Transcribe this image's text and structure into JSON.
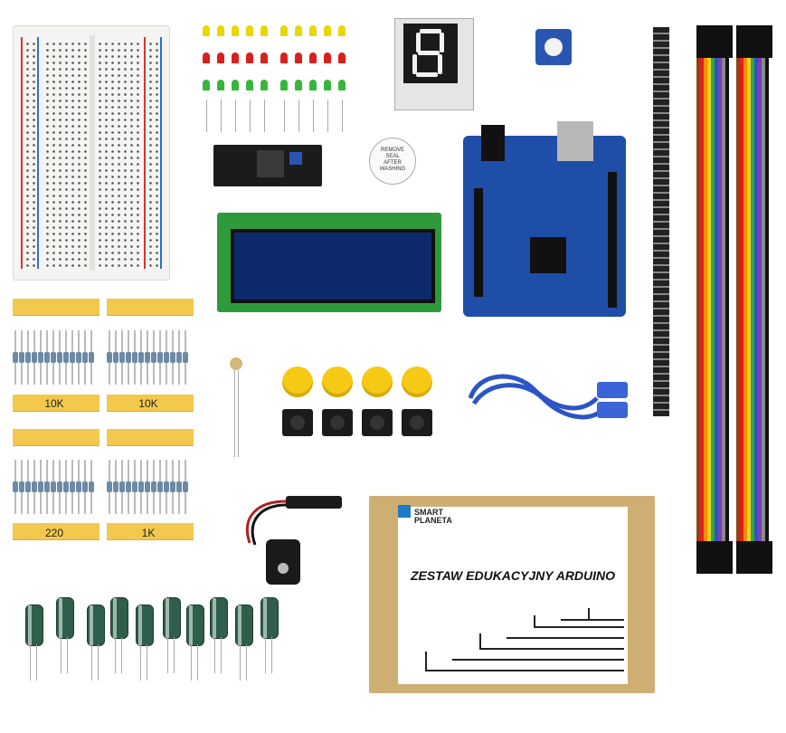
{
  "resistors": {
    "label_top_left": "10K",
    "label_top_right": "10K",
    "label_bottom_left": "220",
    "label_bottom_right": "1K"
  },
  "buzzer": {
    "label": "REMOVE SEAL AFTER WASHING"
  },
  "box": {
    "brand_line1": "SMART",
    "brand_line2": "PLANETA",
    "title": "ZESTAW EDUKACYJNY ARDUINO"
  },
  "colors": {
    "breadboard_red_rail": "#d9342b",
    "breadboard_blue_rail": "#2d6fd1",
    "led_yellow": "#e6d800",
    "led_red": "#d9201c",
    "led_green": "#36b63a",
    "tape": "#f2c94c",
    "arduino": "#1f4ea8",
    "lcd_screen": "#0e2a6e",
    "box": "#cfae74"
  },
  "icons": [
    "breadboard",
    "led",
    "seven-segment-display",
    "potentiometer",
    "i2c-module",
    "buzzer",
    "lcd-display",
    "arduino-board",
    "pin-header",
    "jumper-wires",
    "resistor",
    "photoresistor",
    "push-button",
    "usb-cable",
    "battery-clip",
    "capacitor",
    "kit-box"
  ]
}
